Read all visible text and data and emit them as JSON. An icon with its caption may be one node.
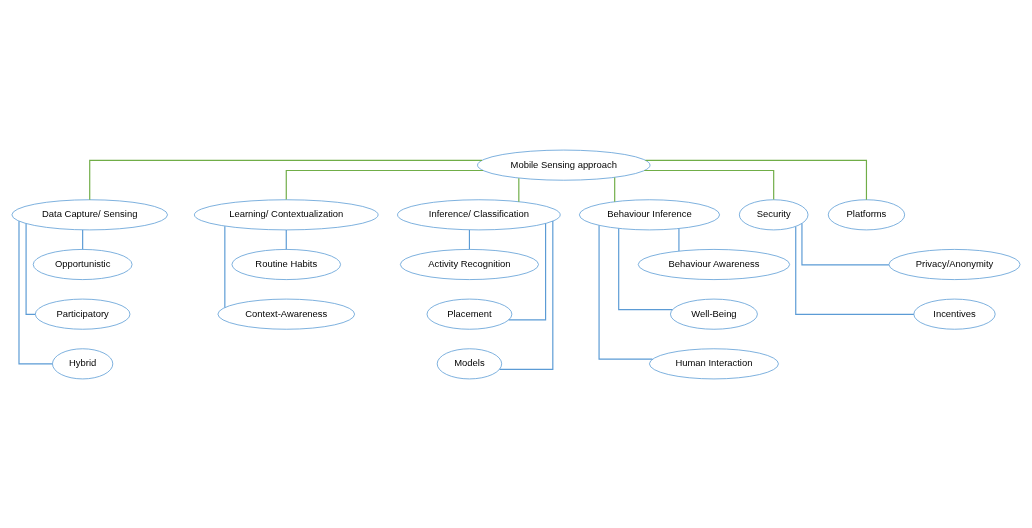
{
  "diagram": {
    "nodes": [
      {
        "text": [
          "Mobile Sensing approach"
        ]
      },
      {
        "text": [
          "Data Capture/ Sensing"
        ]
      },
      {
        "text": [
          "Learning/ Contextualization"
        ]
      },
      {
        "text": [
          "Inference/ Classification"
        ]
      },
      {
        "text": [
          "Behaviour Inference"
        ]
      },
      {
        "text": [
          "Security"
        ]
      },
      {
        "text": [
          "Platforms"
        ]
      },
      {
        "text": [
          "Opportunistic"
        ]
      },
      {
        "text": [
          "Participatory"
        ]
      },
      {
        "text": [
          "Hybrid"
        ]
      },
      {
        "text": [
          "Routine Habits"
        ]
      },
      {
        "text": [
          "Context-Awareness"
        ]
      },
      {
        "text": [
          "Activity Recognition"
        ]
      },
      {
        "text": [
          "Placement"
        ]
      },
      {
        "text": [
          "Models"
        ]
      },
      {
        "text": [
          "Behaviour Awareness"
        ]
      },
      {
        "text": [
          "Well-Being"
        ]
      },
      {
        "text": [
          "Human Interaction"
        ]
      },
      {
        "text": [
          "Privacy/Anonymity"
        ]
      },
      {
        "text": [
          "Incentives"
        ]
      }
    ],
    "edges": [
      {
        "from": 0,
        "to": 1,
        "arrow": "none",
        "color": "#70ad47"
      },
      {
        "from": 0,
        "to": 2,
        "arrow": "none",
        "color": "#70ad47"
      },
      {
        "from": 0,
        "to": 3,
        "arrow": "none",
        "color": "#70ad47"
      },
      {
        "from": 0,
        "to": 4,
        "arrow": "none",
        "color": "#70ad47"
      },
      {
        "from": 0,
        "to": 5,
        "arrow": "none",
        "color": "#70ad47"
      },
      {
        "from": 0,
        "to": 6,
        "arrow": "none",
        "color": "#70ad47"
      },
      {
        "from": 1,
        "to": 7,
        "arrow": "none"
      },
      {
        "from": 1,
        "to": 8,
        "arrow": "none"
      },
      {
        "from": 1,
        "to": 9,
        "arrow": "none"
      },
      {
        "from": 2,
        "to": 10,
        "arrow": "none"
      },
      {
        "from": 2,
        "to": 11,
        "arrow": "none"
      },
      {
        "from": 3,
        "to": 12,
        "arrow": "none"
      },
      {
        "from": 3,
        "to": 13,
        "arrow": "none"
      },
      {
        "from": 3,
        "to": 14,
        "arrow": "none"
      },
      {
        "from": 4,
        "to": 15,
        "arrow": "none"
      },
      {
        "from": 4,
        "to": 16,
        "arrow": "none"
      },
      {
        "from": 4,
        "to": 17,
        "arrow": "none"
      },
      {
        "from": 5,
        "to": 18,
        "arrow": "none"
      },
      {
        "from": 5,
        "to": 19,
        "arrow": "none"
      }
    ]
  }
}
